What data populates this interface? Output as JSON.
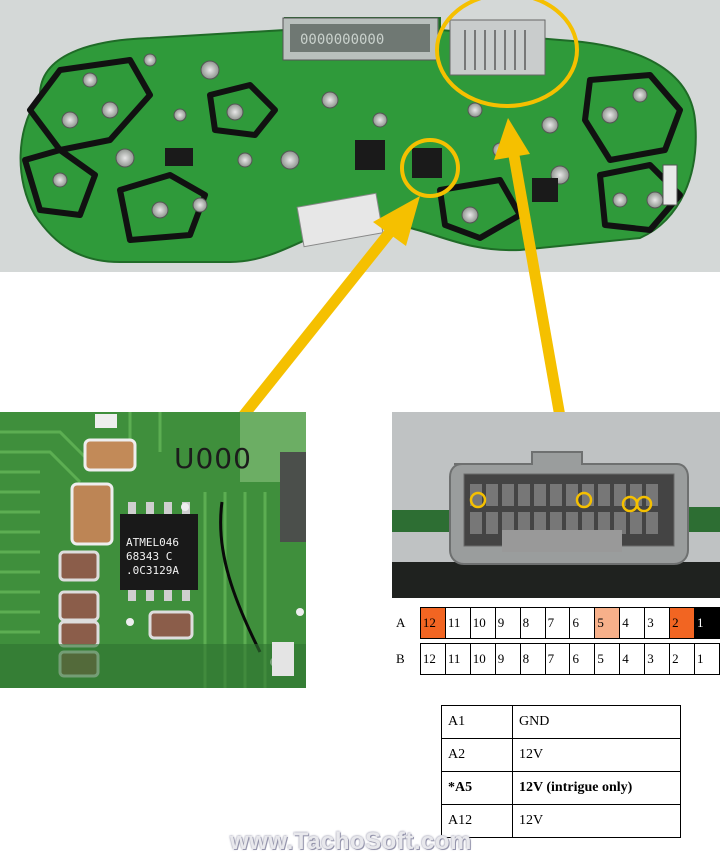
{
  "chip_marking": {
    "board_label": "U000",
    "line1": "ATMEL046",
    "line2": "68343 C",
    "line3": ".0C3129A"
  },
  "pin_table": {
    "rows": [
      {
        "label": "A",
        "pins": [
          "12",
          "11",
          "10",
          "9",
          "8",
          "7",
          "6",
          "5",
          "4",
          "3",
          "2",
          "1"
        ]
      },
      {
        "label": "B",
        "pins": [
          "12",
          "11",
          "10",
          "9",
          "8",
          "7",
          "6",
          "5",
          "4",
          "3",
          "2",
          "1"
        ]
      }
    ],
    "highlight_colors": {
      "A12": "#f26522",
      "A5": "#f7b08a",
      "A2": "#f26522",
      "A1": "#000000"
    }
  },
  "signal_table": [
    {
      "pin": "A1",
      "function": "GND",
      "bold": false
    },
    {
      "pin": "A2",
      "function": "12V",
      "bold": false
    },
    {
      "pin": "*A5",
      "function": "12V (intrigue only)",
      "bold": true
    },
    {
      "pin": "A12",
      "function": "12V",
      "bold": false
    }
  ],
  "watermark": "www.TachoSoft.com",
  "colors": {
    "arrow": "#f5c000",
    "circle": "#f5c000",
    "pcb_green": "#2f9a3a",
    "trace_black": "#111111"
  }
}
